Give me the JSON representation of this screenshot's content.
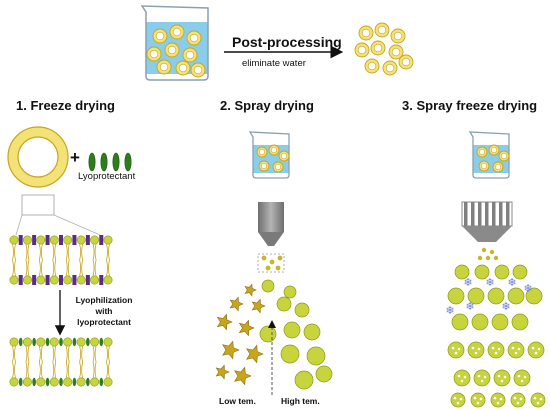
{
  "process": {
    "title": "Post-processing",
    "subtitle": "eliminate water"
  },
  "methods": [
    {
      "label": "1. Freeze drying"
    },
    {
      "label": "2. Spray drying"
    },
    {
      "label": "3. Spray freeze drying"
    }
  ],
  "freeze_drying": {
    "plus": "+",
    "lyoprotectant_label": "Lyoprotectant",
    "step_line1": "Lyophilization",
    "step_line2": "with",
    "step_line3": "lyoprotectant"
  },
  "spray_drying": {
    "low_label": "Low tem.",
    "high_label": "High tem."
  },
  "colors": {
    "liposome_fill": "#f2e278",
    "liposome_stroke": "#c9a51a",
    "water": "#7cc8e8",
    "droplet": "#c9b42a",
    "particle_green": "#c7d43e",
    "lipid_purple": "#5b2b8c",
    "snowflake": "#6a7fe0",
    "nozzle": "#808080"
  }
}
